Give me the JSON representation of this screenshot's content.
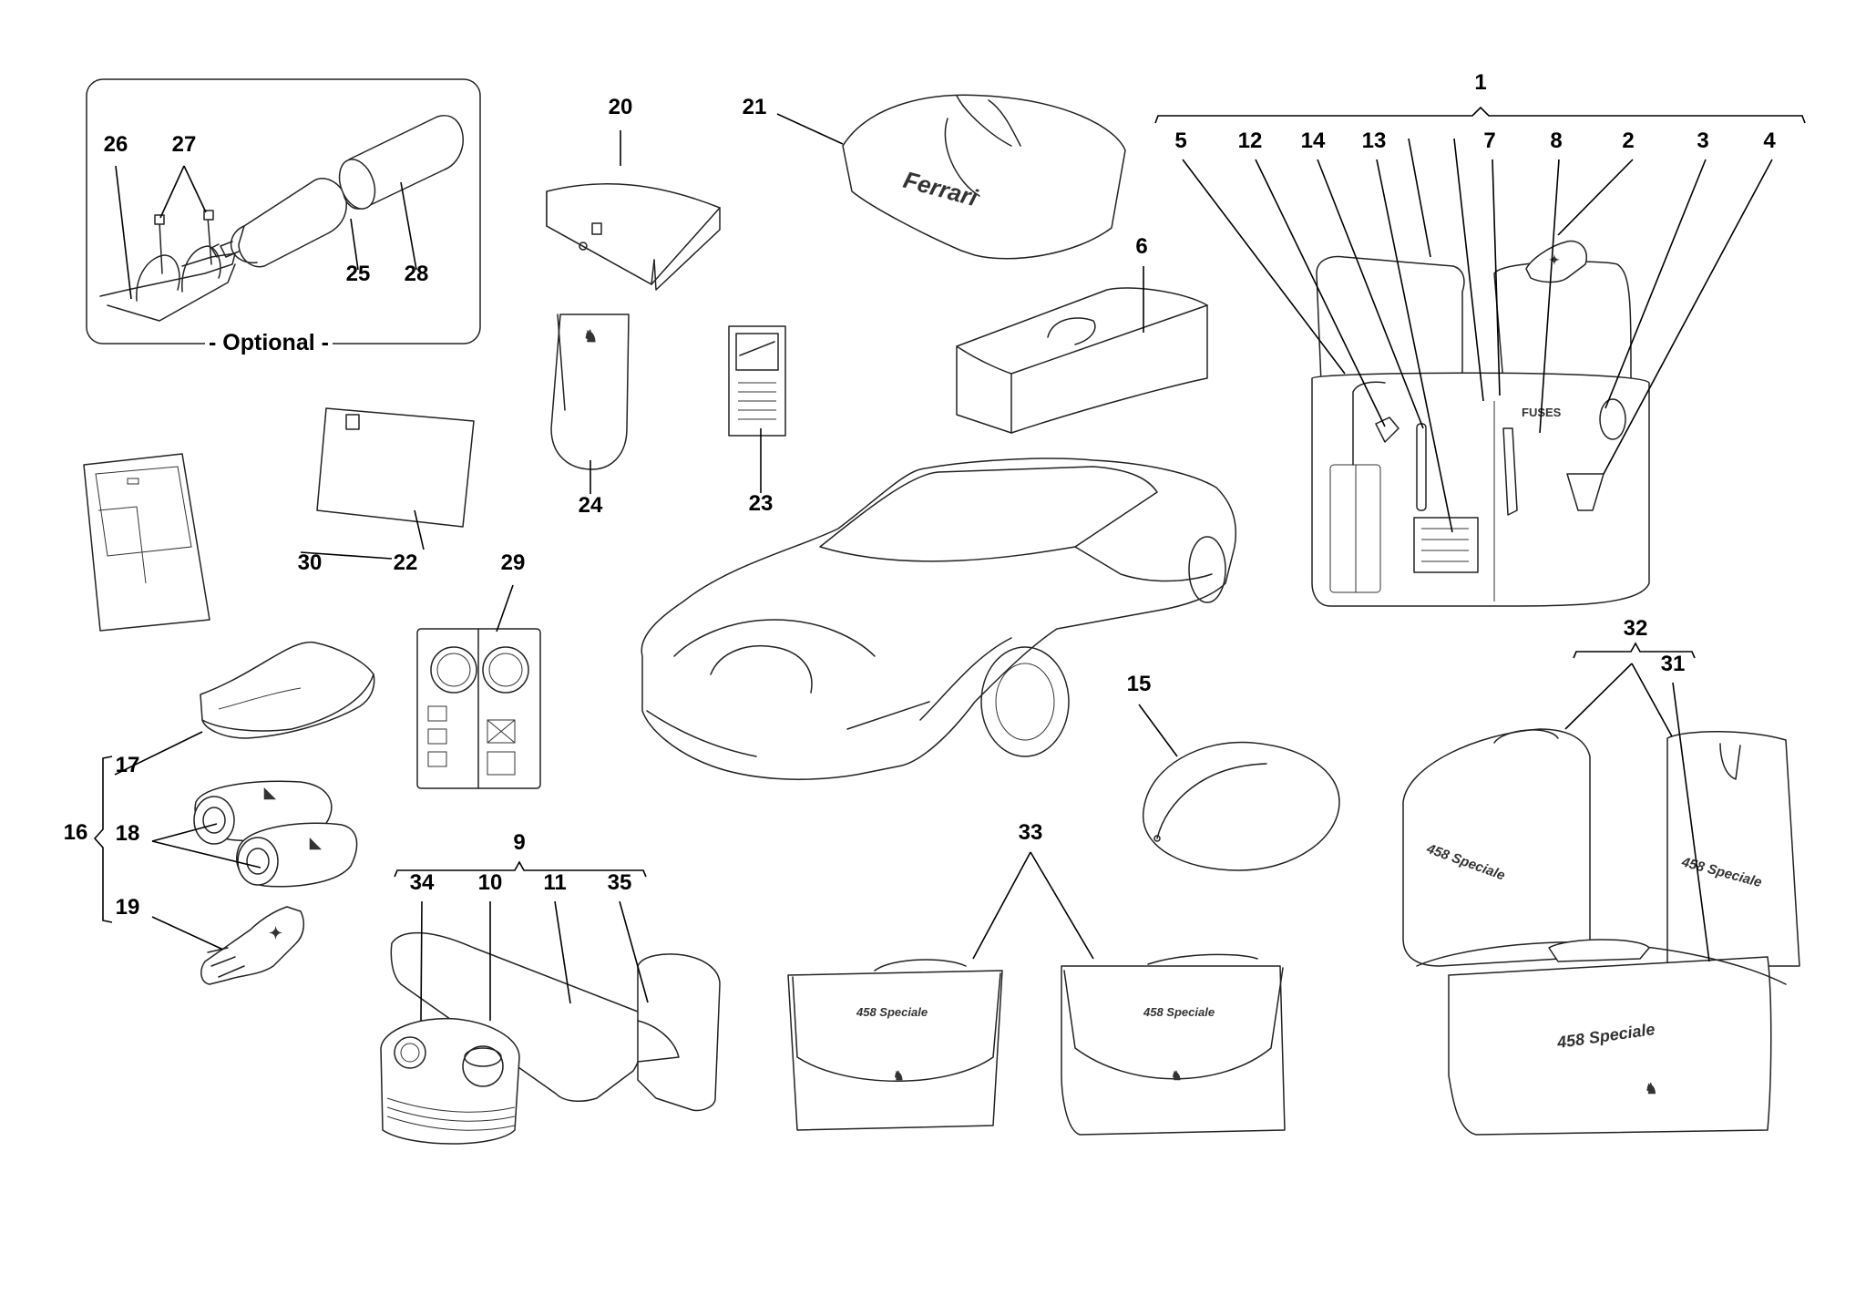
{
  "diagram": {
    "optional_caption": "- Optional -",
    "fuses_text": "FUSES",
    "brand_text": "Ferrari",
    "model_script": "458 Speciale",
    "callouts": [
      "1",
      "2",
      "3",
      "4",
      "5",
      "6",
      "7",
      "8",
      "9",
      "10",
      "11",
      "12",
      "13",
      "14",
      "15",
      "16",
      "17",
      "18",
      "19",
      "20",
      "21",
      "22",
      "23",
      "24",
      "25",
      "26",
      "27",
      "28",
      "29",
      "30",
      "31",
      "32",
      "33",
      "34",
      "35"
    ]
  }
}
